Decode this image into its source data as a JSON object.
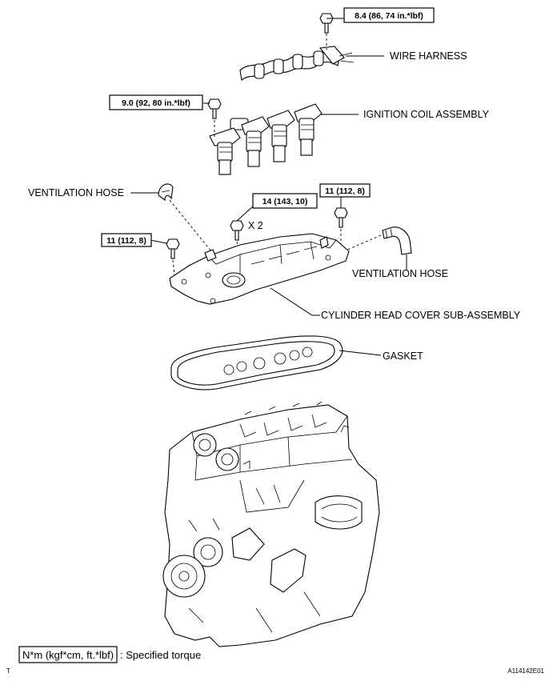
{
  "labels": {
    "wire_harness": "WIRE HARNESS",
    "ignition_coil": "IGNITION COIL ASSEMBLY",
    "ventilation_hose_left": "VENTILATION HOSE",
    "ventilation_hose_right": "VENTILATION HOSE",
    "cylinder_head_cover": "CYLINDER HEAD COVER SUB-ASSEMBLY",
    "gasket": "GASKET"
  },
  "torques": {
    "wire_harness_bolt": "8.4 (86, 74 in.*lbf)",
    "ignition_coil_bolt": "9.0 (92, 80 in.*lbf)",
    "cover_bolt_center": "14 (143, 10)",
    "cover_bolt_right": "11 (112, 8)",
    "cover_bolt_left": "11 (112, 8)"
  },
  "quantity": "X 2",
  "legend": {
    "unit_box": "N*m (kgf*cm, ft.*lbf)",
    "text": ": Specified torque"
  },
  "corner_mark": "T",
  "figure_id": "A114142E01"
}
